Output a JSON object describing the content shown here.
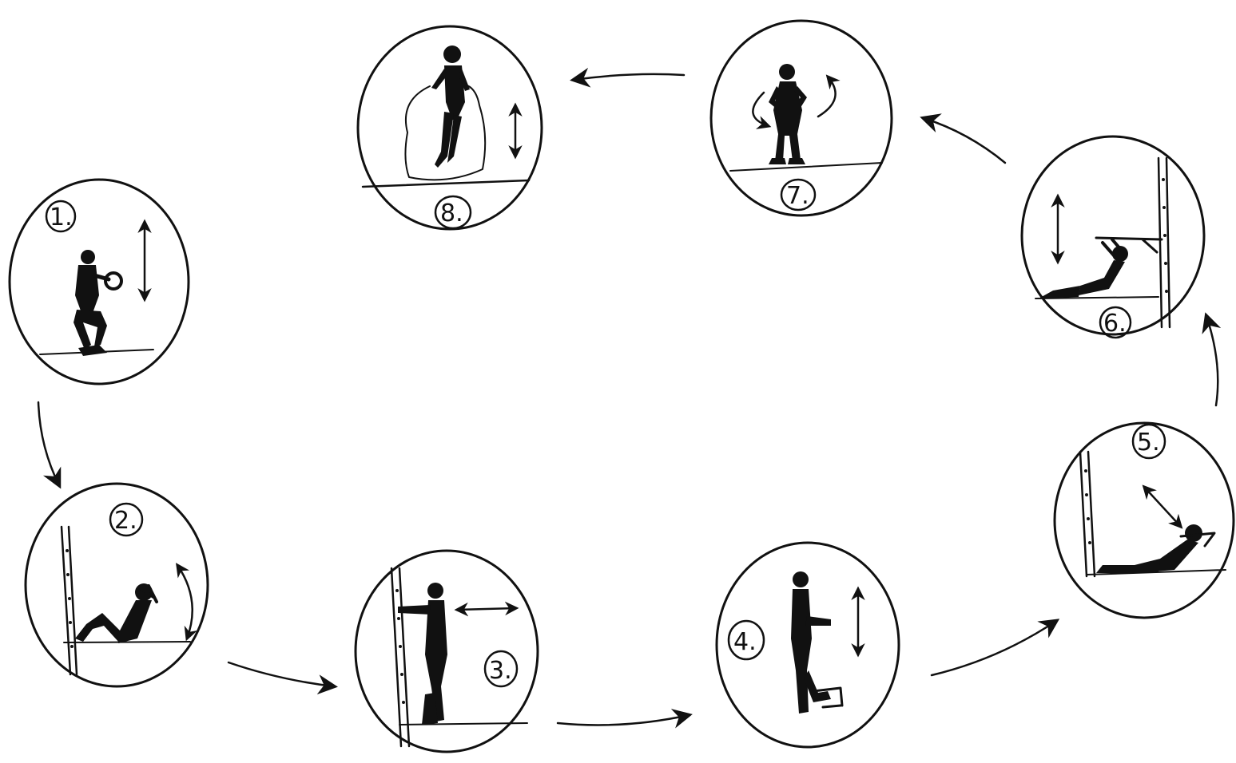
{
  "stations": [
    {
      "number": "1.",
      "exercise": "squat-with-medicine-ball"
    },
    {
      "number": "2.",
      "exercise": "sit-up-at-wall-bars"
    },
    {
      "number": "3.",
      "exercise": "push-at-wall-bars"
    },
    {
      "number": "4.",
      "exercise": "step-up-on-box"
    },
    {
      "number": "5.",
      "exercise": "crunch-at-wall-bars"
    },
    {
      "number": "6.",
      "exercise": "inclined-pull-up"
    },
    {
      "number": "7.",
      "exercise": "hip-circles"
    },
    {
      "number": "8.",
      "exercise": "rope-skipping"
    }
  ],
  "colors": {
    "ink": "#111111",
    "paper": "#ffffff"
  }
}
